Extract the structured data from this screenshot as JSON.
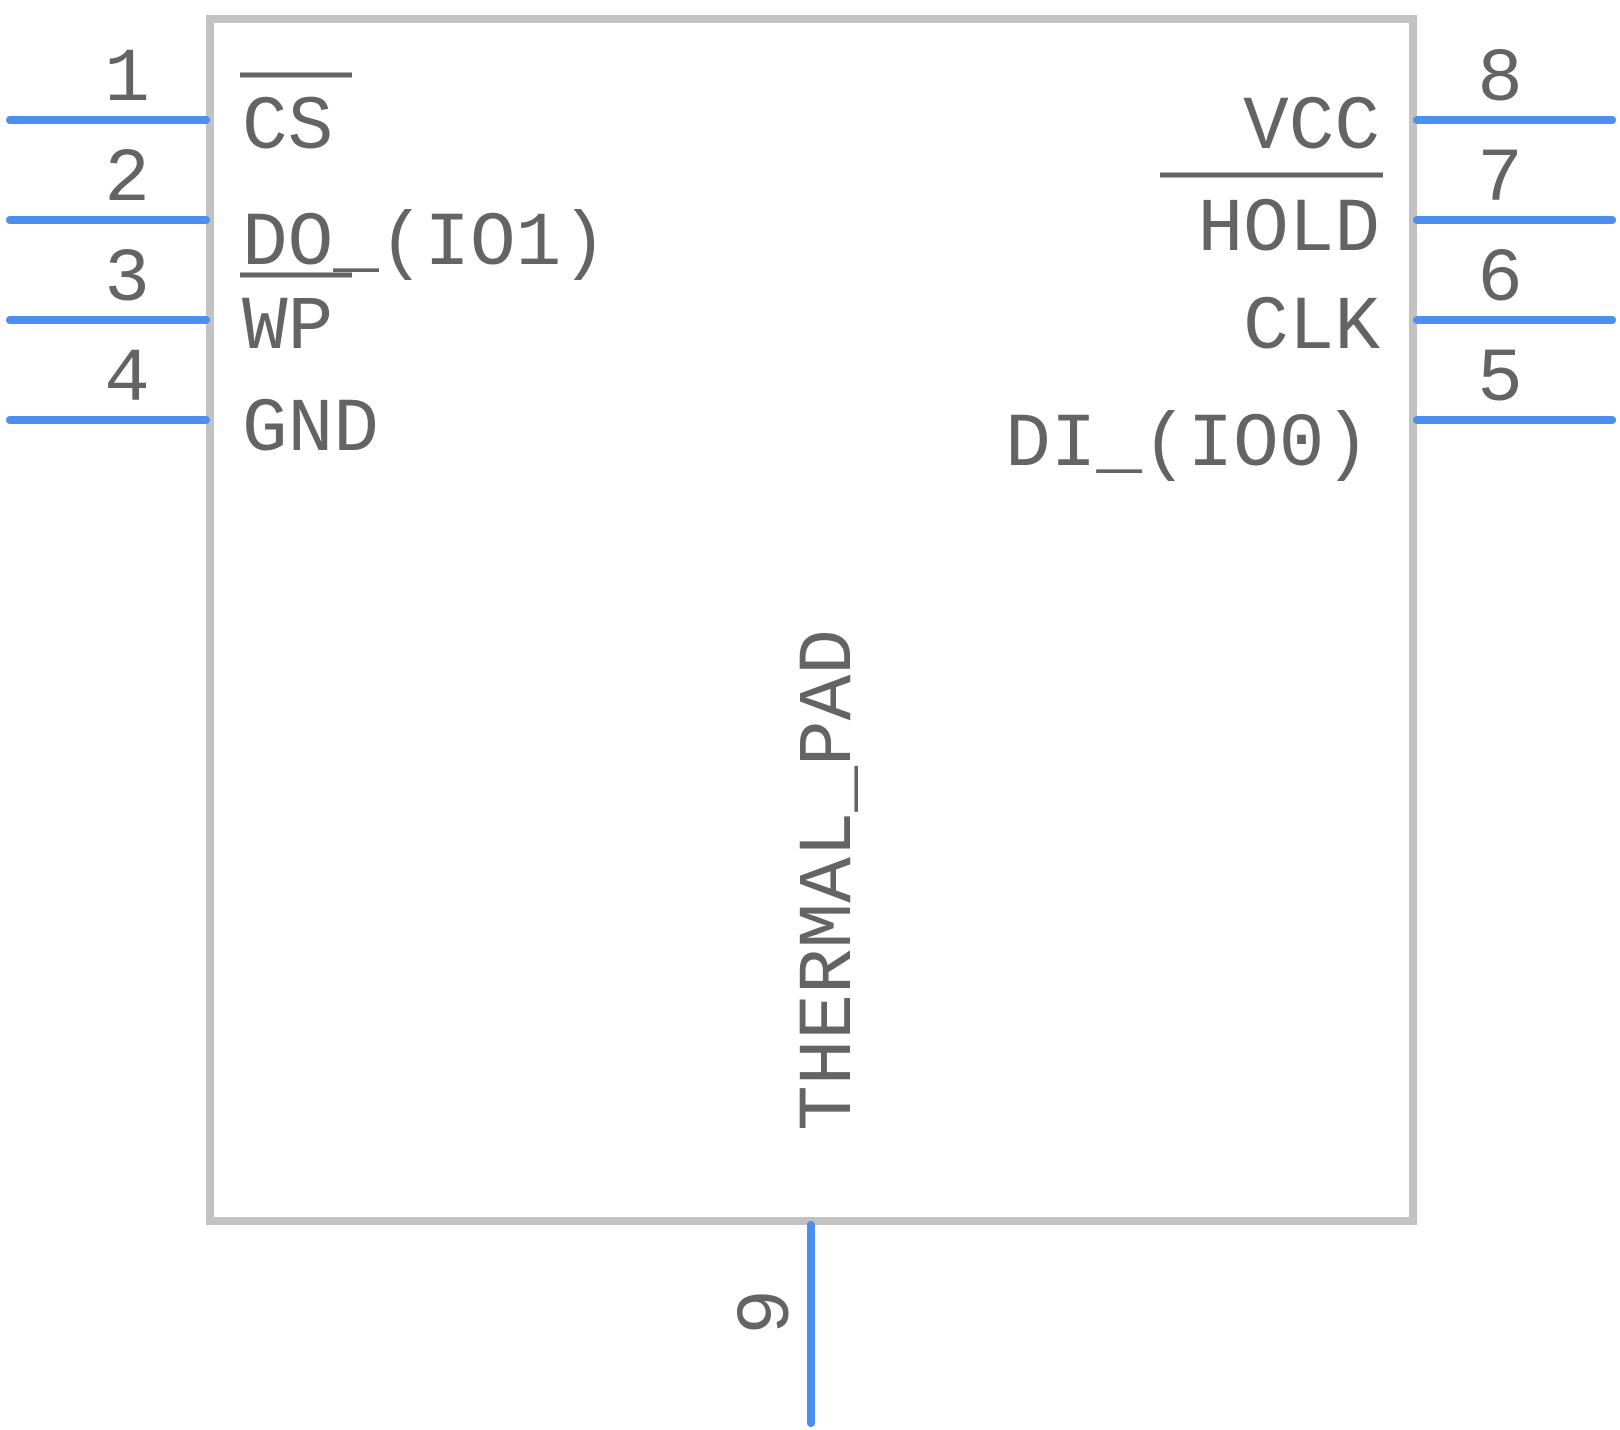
{
  "component": {
    "body_name": "THERMAL_PAD",
    "colors": {
      "body_outline": "#c2c2c2",
      "pin_line": "#4d8ff0",
      "text": "#646464",
      "background": "#ffffff"
    }
  },
  "pins_left": [
    {
      "number": "1",
      "name": "CS",
      "active_low": true
    },
    {
      "number": "2",
      "name": "DO_(IO1)",
      "active_low": false
    },
    {
      "number": "3",
      "name": "WP",
      "active_low": true
    },
    {
      "number": "4",
      "name": "GND",
      "active_low": false
    }
  ],
  "pins_right": [
    {
      "number": "8",
      "name": "VCC",
      "active_low": false
    },
    {
      "number": "7",
      "name": "HOLD",
      "active_low": true
    },
    {
      "number": "6",
      "name": "CLK",
      "active_low": false
    },
    {
      "number": "5",
      "name": "DI_(IO0)",
      "active_low": false
    }
  ],
  "pins_bottom": [
    {
      "number": "9"
    }
  ]
}
